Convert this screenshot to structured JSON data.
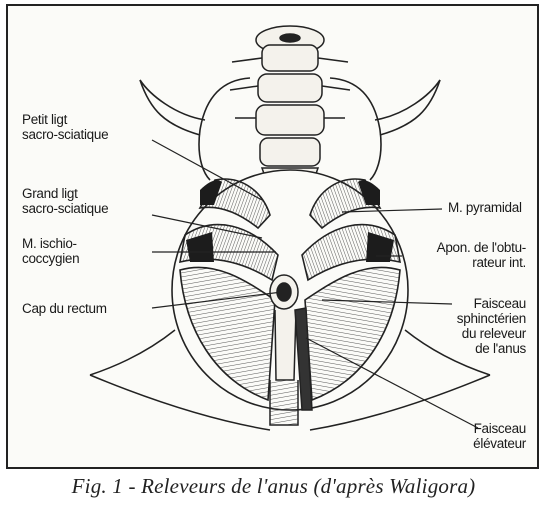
{
  "figure": {
    "caption": "Fig. 1 - Releveurs de l'anus (d'après Waligora)"
  },
  "labels": {
    "petit_lig": "Petit ligt\nsacro-sciatique",
    "grand_lig": "Grand ligt\nsacro-sciatique",
    "ischio": "M. ischio-\ncoccygien",
    "cap_rectum": "Cap du rectum",
    "pyramidal": "M. pyramidal",
    "apon": "Apon. de l'obtu-\nrateur int.",
    "sphincterien": "Faisceau\nsphinctérien\ndu releveur\nde l'anus",
    "elevateur": "Faisceau\nélévateur"
  }
}
